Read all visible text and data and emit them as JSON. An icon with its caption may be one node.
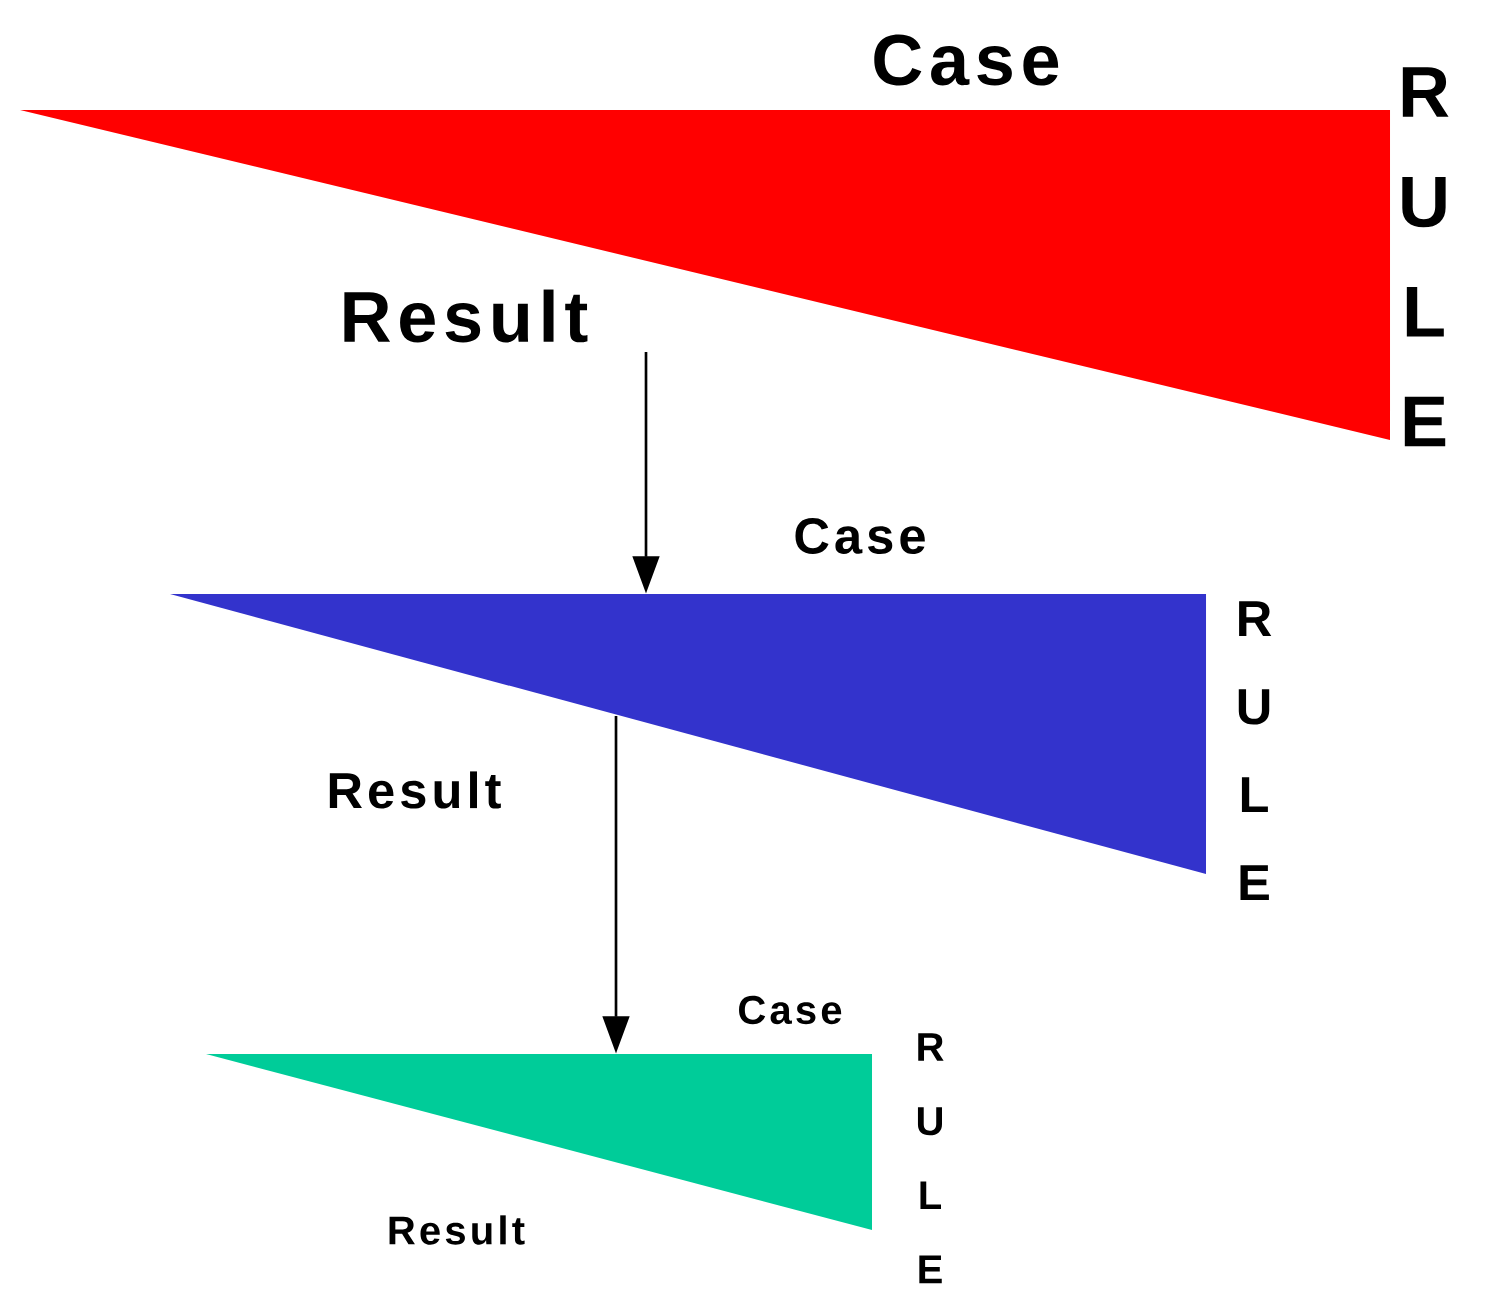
{
  "diagram": {
    "nodes": [
      {
        "text": [],
        "shape": "triangle"
      },
      {
        "text": [],
        "shape": "triangle"
      },
      {
        "text": [],
        "shape": "triangle"
      }
    ],
    "edges": [
      {
        "from": 0,
        "to": 1,
        "arrow": "to"
      },
      {
        "from": 1,
        "to": 2,
        "arrow": "to"
      }
    ],
    "labels": [
      "Case",
      "RULE",
      "Result",
      "Case",
      "RULE",
      "Result",
      "Case",
      "RULE",
      "Result"
    ]
  }
}
